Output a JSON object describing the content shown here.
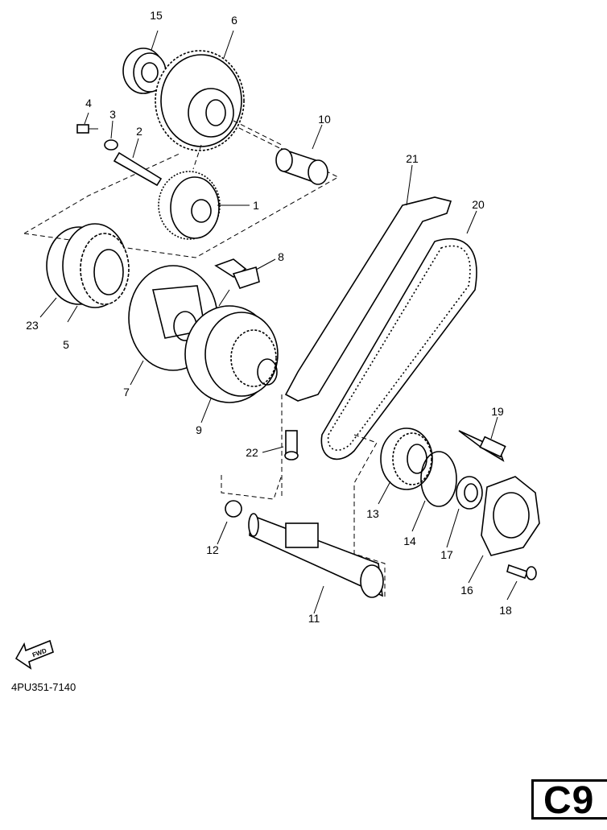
{
  "diagram": {
    "part_number": "4PU351-7140",
    "page_code": "C9",
    "fwd_label": "FWD",
    "callouts": [
      "1",
      "2",
      "3",
      "4",
      "5",
      "6",
      "7",
      "8",
      "9",
      "10",
      "11",
      "12",
      "13",
      "14",
      "15",
      "16",
      "17",
      "18",
      "19",
      "20",
      "21",
      "22",
      "23"
    ]
  }
}
